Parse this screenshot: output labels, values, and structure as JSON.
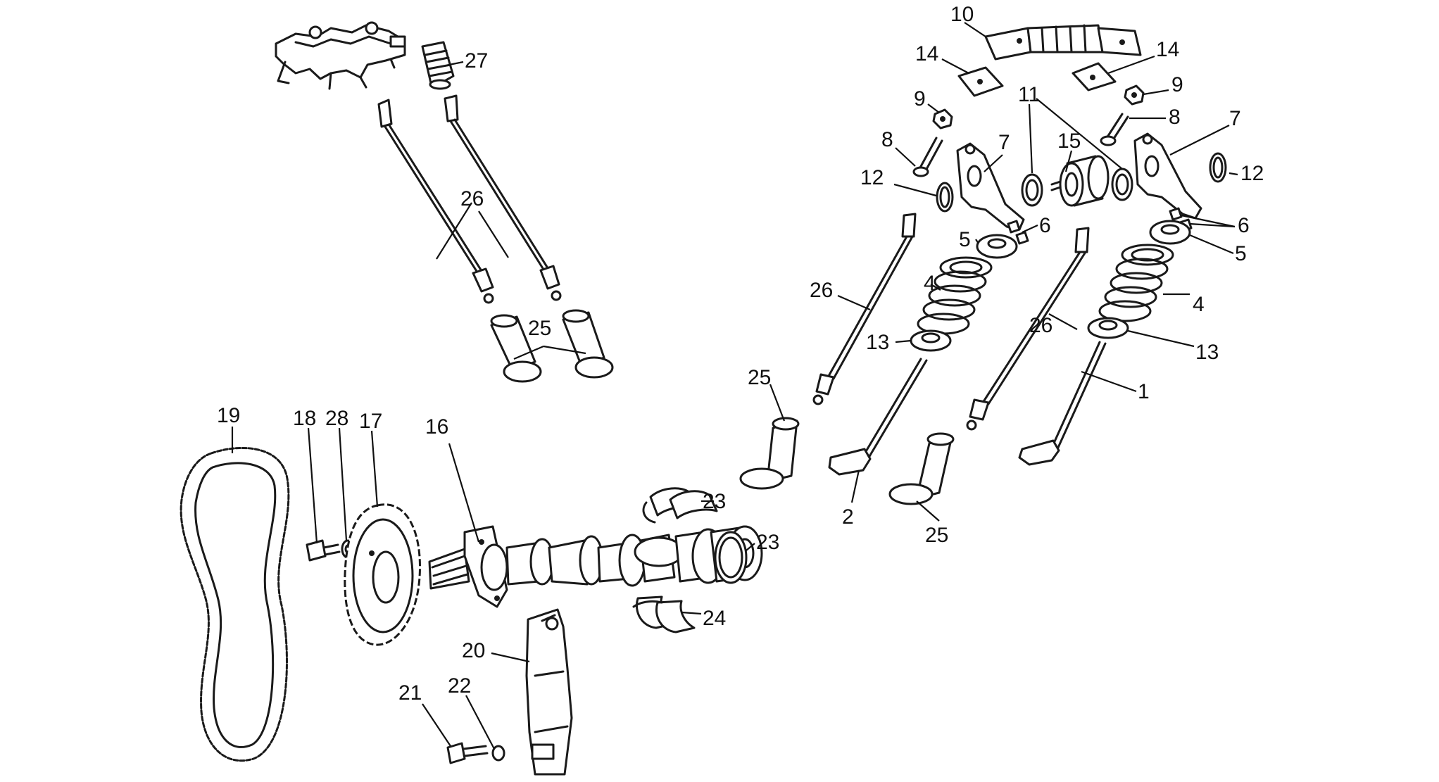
{
  "diagram": {
    "callouts": [
      {
        "id": "c10",
        "text": "10"
      },
      {
        "id": "c14a",
        "text": "14"
      },
      {
        "id": "c14b",
        "text": "14"
      },
      {
        "id": "c27",
        "text": "27"
      },
      {
        "id": "c9a",
        "text": "9"
      },
      {
        "id": "c9b",
        "text": "9"
      },
      {
        "id": "c8a",
        "text": "8"
      },
      {
        "id": "c8b",
        "text": "8"
      },
      {
        "id": "c11",
        "text": "11"
      },
      {
        "id": "c15",
        "text": "15"
      },
      {
        "id": "c7a",
        "text": "7"
      },
      {
        "id": "c7b",
        "text": "7"
      },
      {
        "id": "c12a",
        "text": "12"
      },
      {
        "id": "c12b",
        "text": "12"
      },
      {
        "id": "c6a",
        "text": "6"
      },
      {
        "id": "c6b",
        "text": "6"
      },
      {
        "id": "c5a",
        "text": "5"
      },
      {
        "id": "c5b",
        "text": "5"
      },
      {
        "id": "c26a",
        "text": "26"
      },
      {
        "id": "c26b",
        "text": "26"
      },
      {
        "id": "c26c",
        "text": "26"
      },
      {
        "id": "c4a",
        "text": "4"
      },
      {
        "id": "c4b",
        "text": "4"
      },
      {
        "id": "c13a",
        "text": "13"
      },
      {
        "id": "c13b",
        "text": "13"
      },
      {
        "id": "c25a",
        "text": "25"
      },
      {
        "id": "c25b",
        "text": "25"
      },
      {
        "id": "c25c",
        "text": "25"
      },
      {
        "id": "c1",
        "text": "1"
      },
      {
        "id": "c2",
        "text": "2"
      },
      {
        "id": "c19",
        "text": "19"
      },
      {
        "id": "c18",
        "text": "18"
      },
      {
        "id": "c28",
        "text": "28"
      },
      {
        "id": "c17",
        "text": "17"
      },
      {
        "id": "c16",
        "text": "16"
      },
      {
        "id": "c23a",
        "text": "23"
      },
      {
        "id": "c23b",
        "text": "23"
      },
      {
        "id": "c24",
        "text": "24"
      },
      {
        "id": "c20",
        "text": "20"
      },
      {
        "id": "c21",
        "text": "21"
      },
      {
        "id": "c22",
        "text": "22"
      }
    ]
  }
}
